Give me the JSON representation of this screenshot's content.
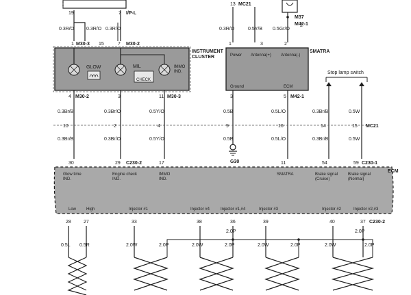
{
  "top": {
    "pins_left": [
      "19",
      "7"
    ],
    "conn_ipl": "I/P-L",
    "pin_mc21_top": "13",
    "conn_mc21_top": "MC21",
    "conn_m37": "M37",
    "wires_top": [
      "0.3R/O",
      "0.3R/O",
      "0.3R/O",
      "0.3R/O",
      "0.5Y/B",
      "0.5Gr/O"
    ],
    "pin_m42_top": "2",
    "conn_m42_1_top": "M42-1"
  },
  "cluster": {
    "title_line1": "INSTRUMENT",
    "title_line2": "CLUSTER",
    "pins_top": [
      "1",
      "15",
      "7"
    ],
    "conn_m30_3": "M30-3",
    "conn_m30_2": "M30-2",
    "glow": "GLOW",
    "mil": "MIL",
    "check": "CHECK",
    "immo_line1": "IMMO",
    "immo_line2": "IND.",
    "pins_bottom": [
      "4",
      "3",
      "11"
    ],
    "conn_bottom_a": "M30-2",
    "conn_bottom_b": "M30-3"
  },
  "smatra": {
    "title": "SMATRA",
    "power": "Power",
    "ant_plus": "Antenna(+)",
    "ant_minus": "Antenna(-)",
    "pins_top": [
      "1",
      "3",
      "2"
    ],
    "ground": "Ground",
    "ecm": "ECM",
    "pins_bottom": [
      "3",
      "5"
    ],
    "conn_bottom": "M42-1"
  },
  "stop_lamp": {
    "title": "Stop lamp switch"
  },
  "mid": {
    "wires_upper": [
      "0.3Br/B",
      "0.3Br/O",
      "0.5Y/O",
      "0.5B",
      "0.5L/O",
      "0.3Br/B",
      "0.5W"
    ],
    "pins_mc21": [
      "10",
      "2",
      "4",
      "9",
      "16",
      "14",
      "15"
    ],
    "conn_mc21": "MC21",
    "wires_lower": [
      "0.3Br/B",
      "0.3Br/O",
      "0.5Y/O",
      "0.5B",
      "0.5L/O",
      "0.3Br/B",
      "0.5W"
    ],
    "ground_label": "G30"
  },
  "ecm": {
    "title": "ECM",
    "pins_top": [
      "30",
      "29",
      "17",
      "11",
      "54",
      "59"
    ],
    "conn_c230_2_top": "C230-2",
    "conn_c230_1": "C230-1",
    "labels_top": [
      [
        "Glow time",
        "IND."
      ],
      [
        "Engine check",
        "IND."
      ],
      [
        "IMMO",
        "IND."
      ],
      [
        "SMATRA",
        ""
      ],
      [
        "Brake signal",
        "(Cruise)"
      ],
      [
        "Brake signal",
        "(Normal)"
      ]
    ],
    "labels_bottom": [
      "Low",
      "High",
      "Injector #1",
      "Injector #4",
      "Injector #1,#4",
      "Injector #3",
      "Injector #2",
      "Injector #2,#3"
    ],
    "pins_bottom": [
      "28",
      "27",
      "33",
      "38",
      "36",
      "39",
      "40",
      "37"
    ],
    "conn_c230_2_bottom": "C230-2"
  },
  "bottom": {
    "wires_left": [
      "0.5L",
      "0.5R"
    ],
    "wires_w": [
      "2.0W",
      "2.0W",
      "2.0W",
      "2.0W"
    ],
    "wires_p": [
      "2.0P",
      "2.0P",
      "2.0P",
      "2.0P",
      "2.0P",
      "2.0P"
    ]
  }
}
